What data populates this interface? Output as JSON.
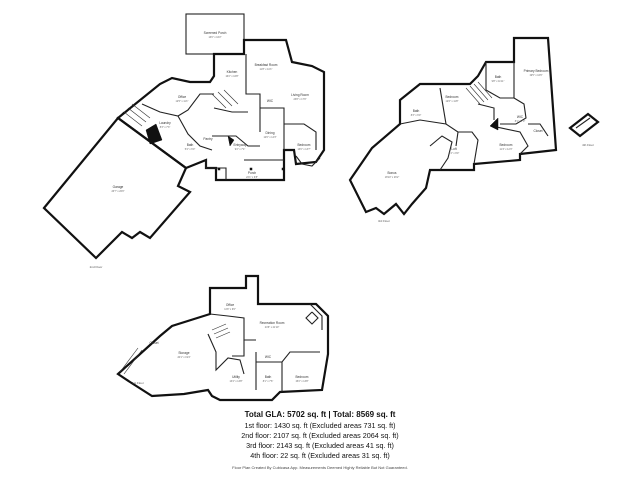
{
  "summary": {
    "title": "Total GLA: 5702 sq. ft | Total: 8569 sq. ft",
    "floors": [
      "1st floor: 1430 sq. ft (Excluded areas 731 sq. ft)",
      "2nd floor: 2107 sq. ft (Excluded areas 2064 sq. ft)",
      "3rd floor: 2143 sq. ft (Excluded areas 41 sq. ft)",
      "4th floor: 22 sq. ft (Excluded areas 31 sq. ft)"
    ],
    "footer": "Floor Plan Created By Cubicasa App. Measurements Deemed Highly Reliable But Not Guaranteed."
  },
  "plans": {
    "main_floor": {
      "floor_label": "2nd Floor",
      "rooms": [
        {
          "label": "Screened Porch",
          "size": "13'0\" x 16'2\""
        },
        {
          "label": "Garage",
          "size": "26'7\" x 26'0\""
        },
        {
          "label": "Office",
          "size": "12'5\" x 11'1\""
        },
        {
          "label": "Laundry",
          "size": "8'3\" x 7'3\""
        },
        {
          "label": "Kitchen",
          "size": "16'2\" x 16'8\""
        },
        {
          "label": "Breakfast Room",
          "size": "11'8\" x 10'1\""
        },
        {
          "label": "Living Room",
          "size": "23'8\" x 17'0\""
        },
        {
          "label": "Dining",
          "size": "12'6\" x 14'3\""
        },
        {
          "label": "Entryway",
          "size": "9'2\" x 7'4\""
        },
        {
          "label": "Porch",
          "size": "24'1\" x 9'8\""
        },
        {
          "label": "Bedroom",
          "size": "13'0\" x 13'7\""
        },
        {
          "label": "Bath",
          "size": "5'4\" x 6'0\""
        },
        {
          "label": "WIC",
          "size": ""
        },
        {
          "label": "Pantry",
          "size": ""
        }
      ]
    },
    "upper_floor": {
      "floor_label": "3rd Floor",
      "rooms": [
        {
          "label": "Primary Bedroom",
          "size": "19'5\" x 16'6\""
        },
        {
          "label": "Bath",
          "size": "9'8\" x 11'11\""
        },
        {
          "label": "Bedroom",
          "size": "12'6\" x 11'8\""
        },
        {
          "label": "Bedroom",
          "size": "11'4\" x 12'3\""
        },
        {
          "label": "Bonus",
          "size": "18'10\" x 26'2\""
        },
        {
          "label": "Bath",
          "size": "8'3\" x 6'0\""
        },
        {
          "label": "WIC",
          "size": "8'1\" x 7'0\""
        },
        {
          "label": "Closet",
          "size": ""
        },
        {
          "label": "Loft",
          "size": "9'4\" x 9'0\""
        }
      ]
    },
    "attic": {
      "floor_label": "4th Floor"
    },
    "lower_floor": {
      "floor_label": "1st Floor",
      "rooms": [
        {
          "label": "Recreation Room",
          "size": "24'6\" x 21'10\""
        },
        {
          "label": "Office",
          "size": "11'8\" x 9'0\""
        },
        {
          "label": "Storage",
          "size": "20'1\" x 19'4\""
        },
        {
          "label": "Utility",
          "size": "13'4\" x 13'8\""
        },
        {
          "label": "Bath",
          "size": "8'1\" x 7'6\""
        },
        {
          "label": "Bedroom",
          "size": "15'2\" x 13'8\""
        },
        {
          "label": "WIC",
          "size": ""
        },
        {
          "label": "Closet",
          "size": ""
        }
      ]
    }
  }
}
